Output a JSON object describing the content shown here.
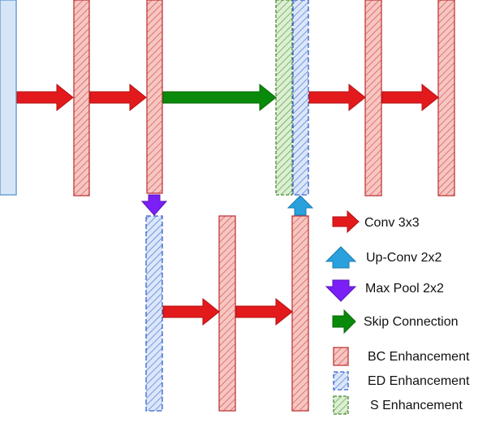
{
  "colors": {
    "conv": "#e31a1c",
    "upconv": "#2aa0dc",
    "maxpool": "#7a1ff5",
    "skip": "#0a8a0a",
    "bc_fill": "#f3b0ac",
    "bc_stroke": "#c0393b",
    "ed_fill": "#b3cdf2",
    "ed_stroke": "#3b5fc9",
    "s_fill": "#bfe0b0",
    "s_stroke": "#4b8a3a",
    "input_fill": "#d6e6f7",
    "input_stroke": "#6d9fd6"
  },
  "legend": {
    "conv": "Conv 3x3",
    "upconv": "Up-Conv 2x2",
    "maxpool": "Max Pool 2x2",
    "skip": "Skip Connection",
    "bc": "BC Enhancement",
    "ed": "ED Enhancement",
    "s": "S Enhancement"
  }
}
